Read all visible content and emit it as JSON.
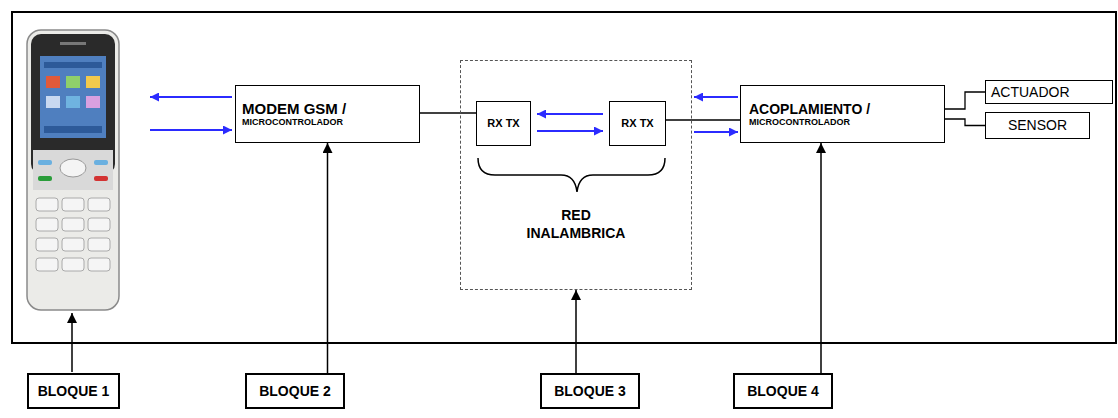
{
  "diagram": {
    "nodes": [
      {
        "text": [
          "MODEM GSM /",
          "MICROCONTROLADOR"
        ]
      },
      {
        "text": [
          "RED INALAMBRICA"
        ]
      },
      {
        "text": [
          "RX TX"
        ],
        "in": 1
      },
      {
        "text": [
          "RX TX"
        ],
        "in": 1
      },
      {
        "text": [
          "ACOPLAMIENTO /",
          "MICROCONTROLADOR"
        ]
      },
      {
        "text": [
          "ACTUADOR"
        ]
      },
      {
        "text": [
          "SENSOR"
        ]
      },
      {
        "text": [
          "BLOQUE 1"
        ]
      },
      {
        "text": [
          "BLOQUE 2"
        ]
      },
      {
        "text": [
          "BLOQUE 3"
        ]
      },
      {
        "text": [
          "BLOQUE 4"
        ]
      }
    ],
    "edges": [
      {
        "from": 0,
        "to": 2,
        "arrow": "none"
      },
      {
        "from": 3,
        "to": 2,
        "arrow": "to"
      },
      {
        "from": 2,
        "to": 3,
        "arrow": "to"
      },
      {
        "from": 3,
        "to": 4,
        "arrow": "none"
      },
      {
        "from": 4,
        "to": 1,
        "arrow": "to"
      },
      {
        "from": 1,
        "to": 4,
        "arrow": "to"
      },
      {
        "from": 4,
        "to": 5,
        "arrow": "none"
      },
      {
        "from": 4,
        "to": 6,
        "arrow": "none"
      },
      {
        "from": 8,
        "to": 0,
        "arrow": "to"
      },
      {
        "from": 9,
        "to": 1,
        "arrow": "to"
      },
      {
        "from": 10,
        "to": 4,
        "arrow": "to"
      }
    ]
  }
}
